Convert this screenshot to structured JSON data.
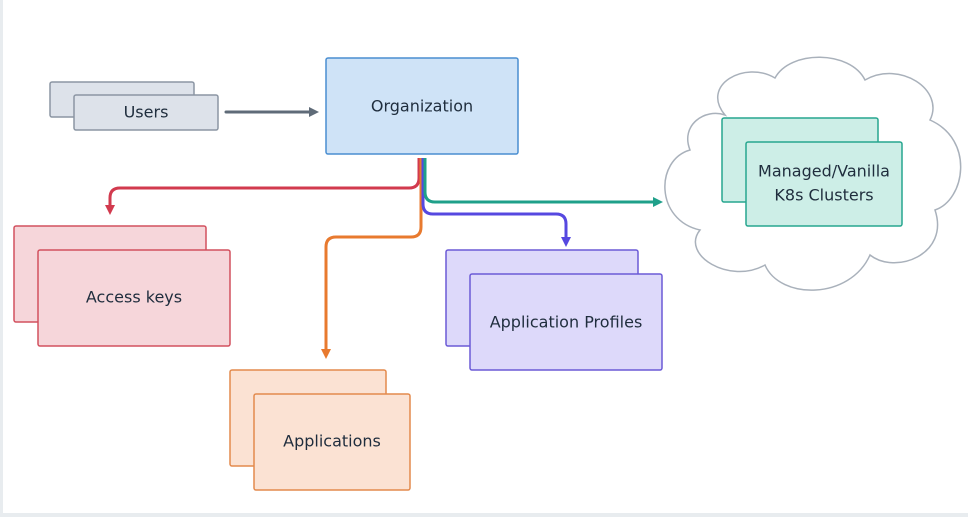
{
  "nodes": {
    "users": {
      "label": "Users",
      "fill": "#dde2ea",
      "stroke": "#8b95a3"
    },
    "organization": {
      "label": "Organization",
      "fill": "#cfe3f7",
      "stroke": "#4a8ed1"
    },
    "clusters": {
      "line1": "Managed/Vanilla",
      "line2": "K8s Clusters",
      "fill": "#cdeee7",
      "stroke": "#27a68f"
    },
    "access_keys": {
      "label": "Access keys",
      "fill": "#f6d6da",
      "stroke": "#d2505e"
    },
    "applications": {
      "label": "Applications",
      "fill": "#fbe2d3",
      "stroke": "#e38a4d"
    },
    "application_profiles": {
      "label": "Application Profiles",
      "fill": "#ddd9fa",
      "stroke": "#6b5ad6"
    }
  },
  "edges": {
    "users_to_org": "#5f6b78",
    "org_to_access_keys": "#d23a4e",
    "org_to_applications": "#e87a2f",
    "org_to_profiles": "#5648e0",
    "org_to_clusters": "#1fa08a"
  }
}
